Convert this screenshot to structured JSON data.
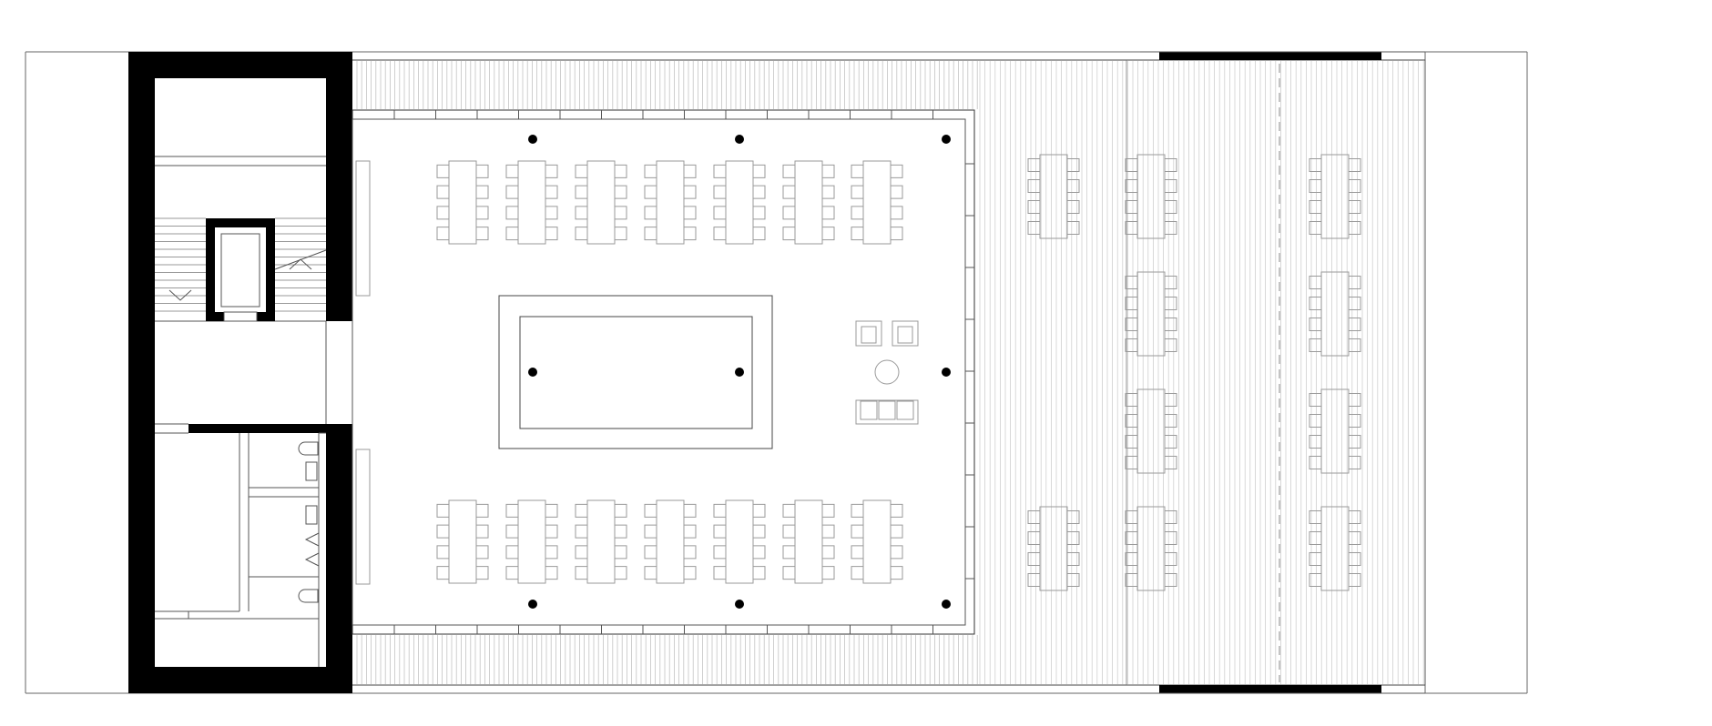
{
  "drawing": {
    "kind": "architectural-floor-plan",
    "colors": {
      "background": "#ffffff",
      "wall": "#000000",
      "line": "#3a3a3a",
      "furniture": "#9a9a9a",
      "decking": "#b5b5b5",
      "column": "#000000"
    },
    "elements": {
      "stairwell": "stair-core",
      "restrooms": "wc-block",
      "hall_tables": 14,
      "hall_columns": 9,
      "terrace_tables": 10,
      "lounge": "sofa-armchairs-coffee-table"
    }
  }
}
